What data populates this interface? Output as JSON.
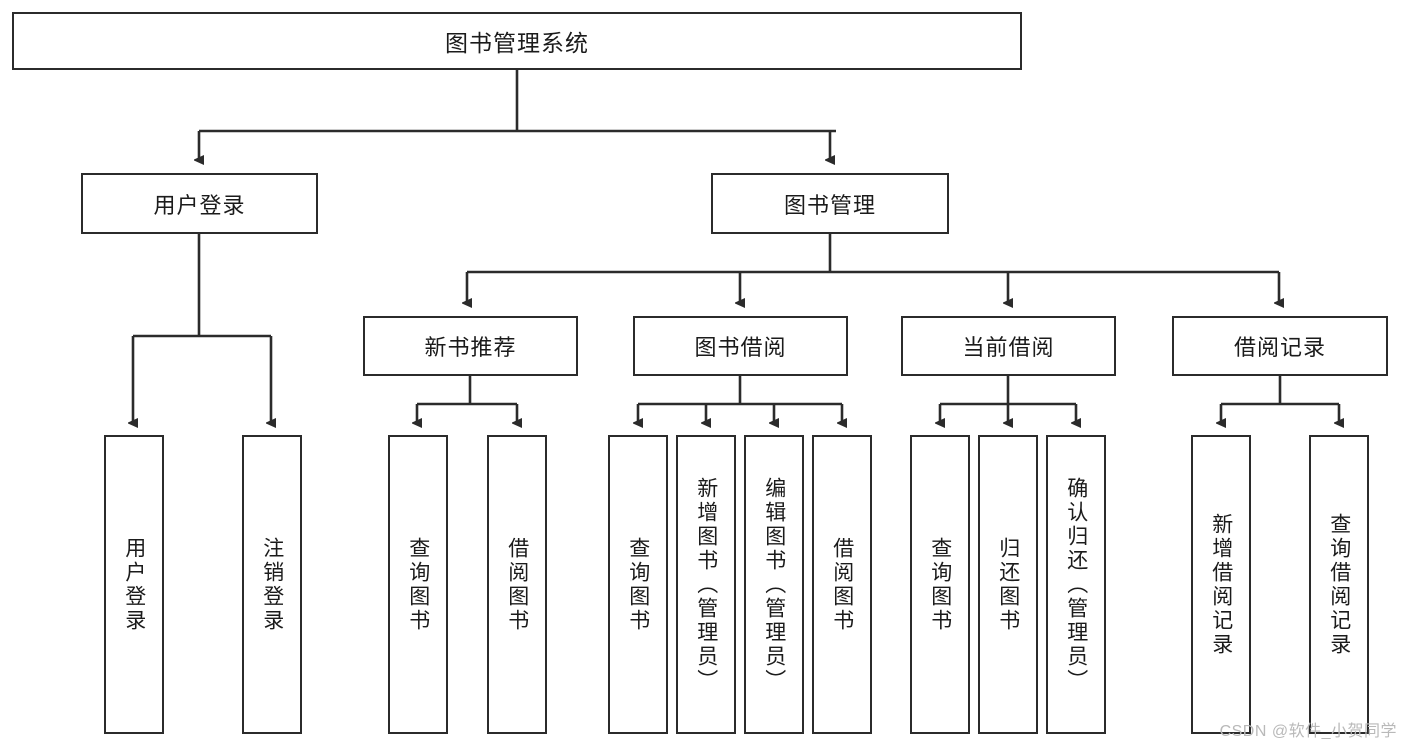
{
  "diagram": {
    "title": "图书管理系统",
    "watermark": "CSDN @软件_小贺同学",
    "type": "hierarchy-tree",
    "accent_color": "#2b2b2b",
    "background_color": "#ffffff",
    "levels": 4
  },
  "root": {
    "label": "图书管理系统"
  },
  "level2": [
    {
      "label": "用户登录"
    },
    {
      "label": "图书管理"
    }
  ],
  "level3": [
    {
      "label": "新书推荐"
    },
    {
      "label": "图书借阅"
    },
    {
      "label": "当前借阅"
    },
    {
      "label": "借阅记录"
    }
  ],
  "leaves": {
    "user_login": [
      {
        "label": "用户登录"
      },
      {
        "label": "注销登录"
      }
    ],
    "new_book": [
      {
        "label": "查询图书"
      },
      {
        "label": "借阅图书"
      }
    ],
    "book_borrow": [
      {
        "label": "查询图书"
      },
      {
        "label": "新增图书（管理员）"
      },
      {
        "label": "编辑图书（管理员）"
      },
      {
        "label": "借阅图书"
      }
    ],
    "current_borrow": [
      {
        "label": "查询图书"
      },
      {
        "label": "归还图书"
      },
      {
        "label": "确认归还（管理员）"
      }
    ],
    "borrow_record": [
      {
        "label": "新增借阅记录"
      },
      {
        "label": "查询借阅记录"
      }
    ]
  }
}
